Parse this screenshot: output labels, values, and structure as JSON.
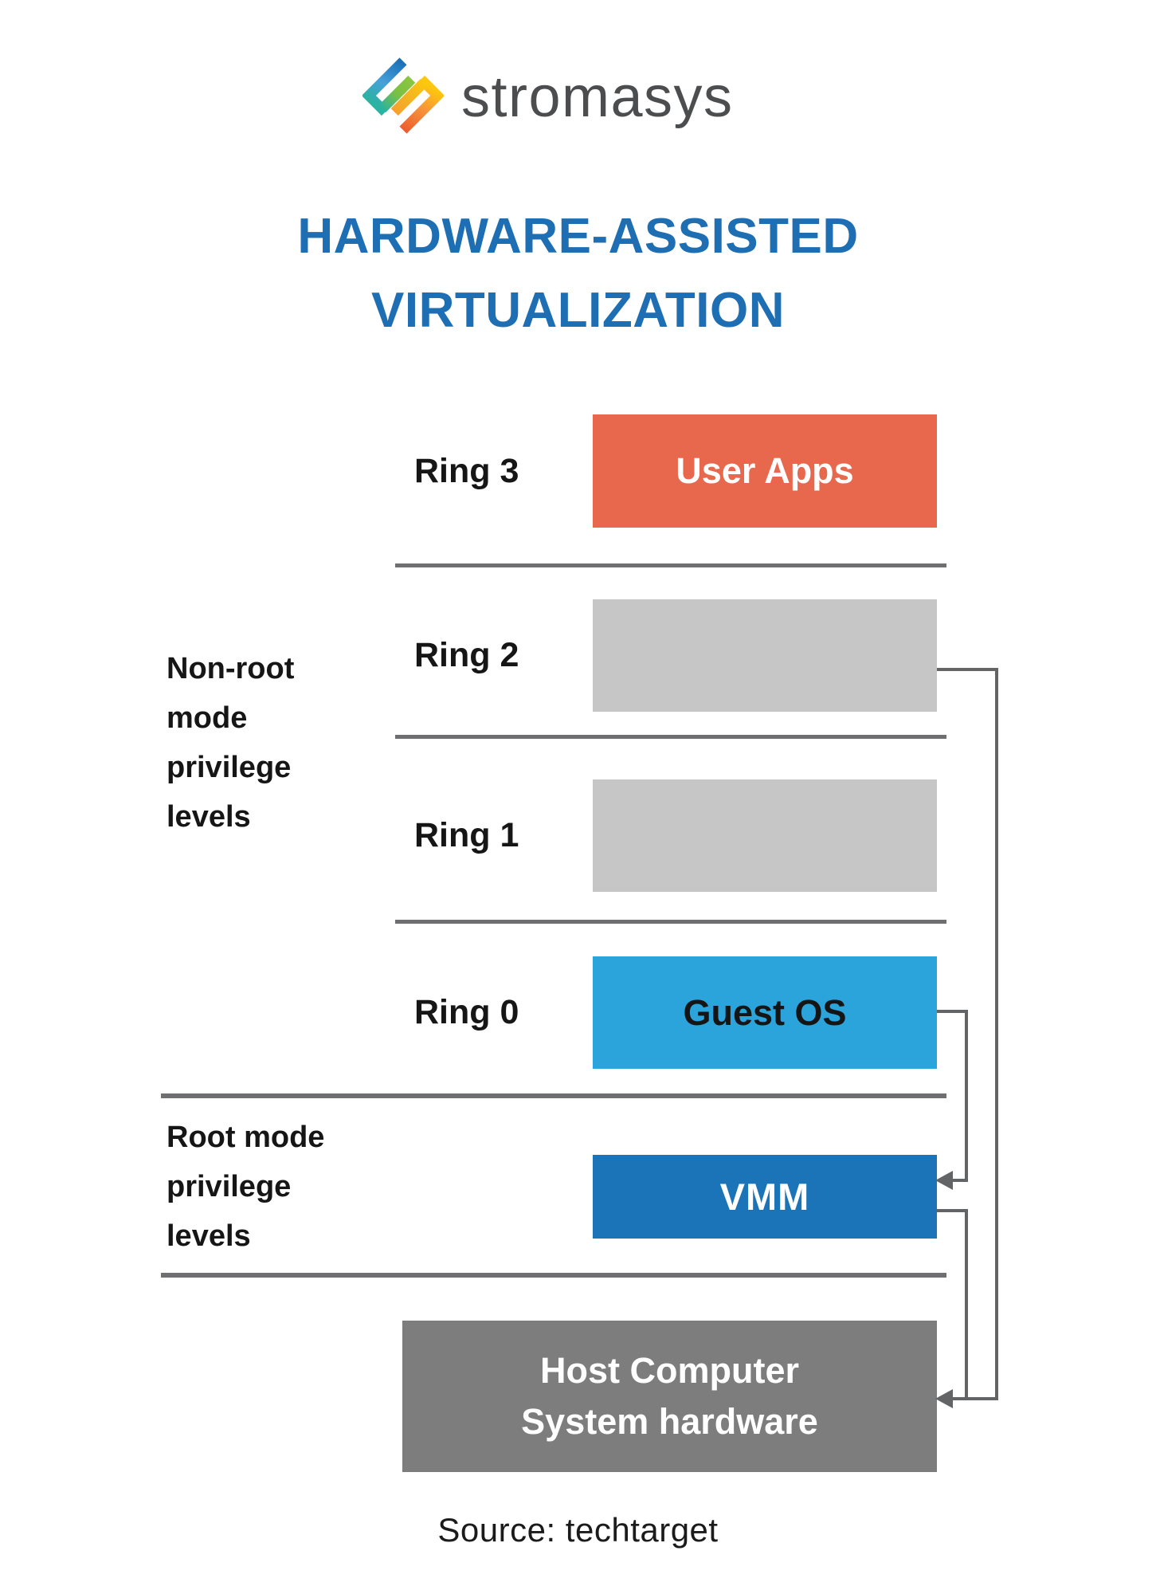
{
  "brand": {
    "logo_text": "stromasys"
  },
  "title": {
    "line1": "HARDWARE-ASSISTED",
    "line2": "VIRTUALIZATION"
  },
  "mode_labels": {
    "non_root": {
      "line1": "Non-root",
      "line2": "mode",
      "line3": "privilege",
      "line4": "levels"
    },
    "root": {
      "line1": "Root mode",
      "line2": "privilege",
      "line3": "levels"
    }
  },
  "diagram": {
    "ring3_label": "Ring 3",
    "ring2_label": "Ring 2",
    "ring1_label": "Ring 1",
    "ring0_label": "Ring 0",
    "user_apps": "User Apps",
    "guest_os": "Guest OS",
    "vmm": "VMM",
    "host_line1": "Host Computer",
    "host_line2": "System hardware"
  },
  "source": "Source: techtarget",
  "colors": {
    "title_blue": "#1d6eb2",
    "user_apps_orange": "#e8684d",
    "guest_os_blue": "#2ba3db",
    "vmm_blue": "#1b74b8",
    "ring_gray": "#c6c6c7",
    "host_gray": "#7d7d7d",
    "separator_gray": "#6f6f71",
    "connector_gray": "#636466",
    "label_black": "#161616",
    "brand_gray": "#4c4d4f"
  }
}
